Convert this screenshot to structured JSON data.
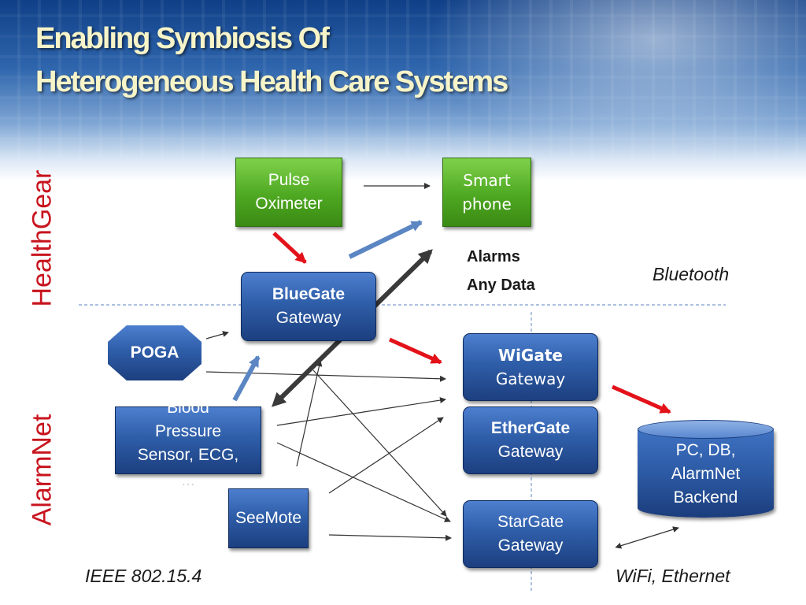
{
  "title": {
    "line1": "Enabling Symbiosis Of",
    "line2": "Heterogeneous Health Care Systems"
  },
  "side_labels": {
    "top": "HealthGear",
    "bottom": "AlarmNet"
  },
  "nodes": {
    "pulse": {
      "line1": "Pulse",
      "line2": "Oximeter"
    },
    "smartphone": {
      "line1": "Smart",
      "line2": "phone"
    },
    "bluegate": {
      "line1": "BlueGate",
      "line2": "Gateway"
    },
    "poga": {
      "label": "POGA"
    },
    "wigate": {
      "line1": "WiGate",
      "line2": "Gateway"
    },
    "ethergate": {
      "line1": "EtherGate",
      "line2": "Gateway"
    },
    "stargate": {
      "line1": "StarGate",
      "line2": "Gateway"
    },
    "bp_sensor": {
      "line1": "Blood",
      "line2": "Pressure",
      "line3": "Sensor, ECG,",
      "line4": "…"
    },
    "seemote": {
      "label": "SeeMote"
    },
    "backend": {
      "line1": "PC, DB,",
      "line2": "AlarmNet",
      "line3": "Backend"
    }
  },
  "annotations": {
    "alarms": "Alarms",
    "any_data": "Any Data",
    "bluetooth": "Bluetooth",
    "ieee": "IEEE 802.15.4",
    "wifi": "WiFi, Ethernet"
  },
  "colors": {
    "title_text": "#f6f4c8",
    "side_label": "#c8141e",
    "red_arrow": "#e3121a",
    "blue_arrow": "#5b86c3",
    "dark_arrow": "#3a3a3a",
    "divider": "#7d9ccc"
  }
}
